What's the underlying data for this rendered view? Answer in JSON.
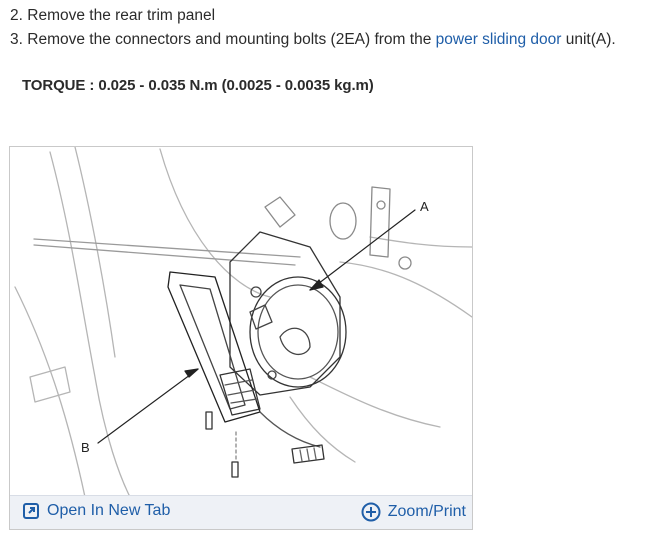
{
  "steps": [
    {
      "number": "2.",
      "text_before": "Remove the rear trim panel",
      "link": "",
      "text_after": ""
    },
    {
      "number": "3.",
      "text_before": "Remove the connectors and mounting bolts (2EA) from the",
      "link": "power sliding door",
      "text_after": "unit(A)."
    }
  ],
  "torque": "TORQUE : 0.025 - 0.035 N.m (0.0025 - 0.0035 kg.m)",
  "figure": {
    "callout_a": "A",
    "callout_b": "B",
    "open_tab_label": "Open In New Tab",
    "zoom_label": "Zoom/Print",
    "open_tab_icon": "open-new-tab-icon",
    "zoom_icon": "zoom-plus-icon",
    "accent_color": "#1f5ea8"
  }
}
